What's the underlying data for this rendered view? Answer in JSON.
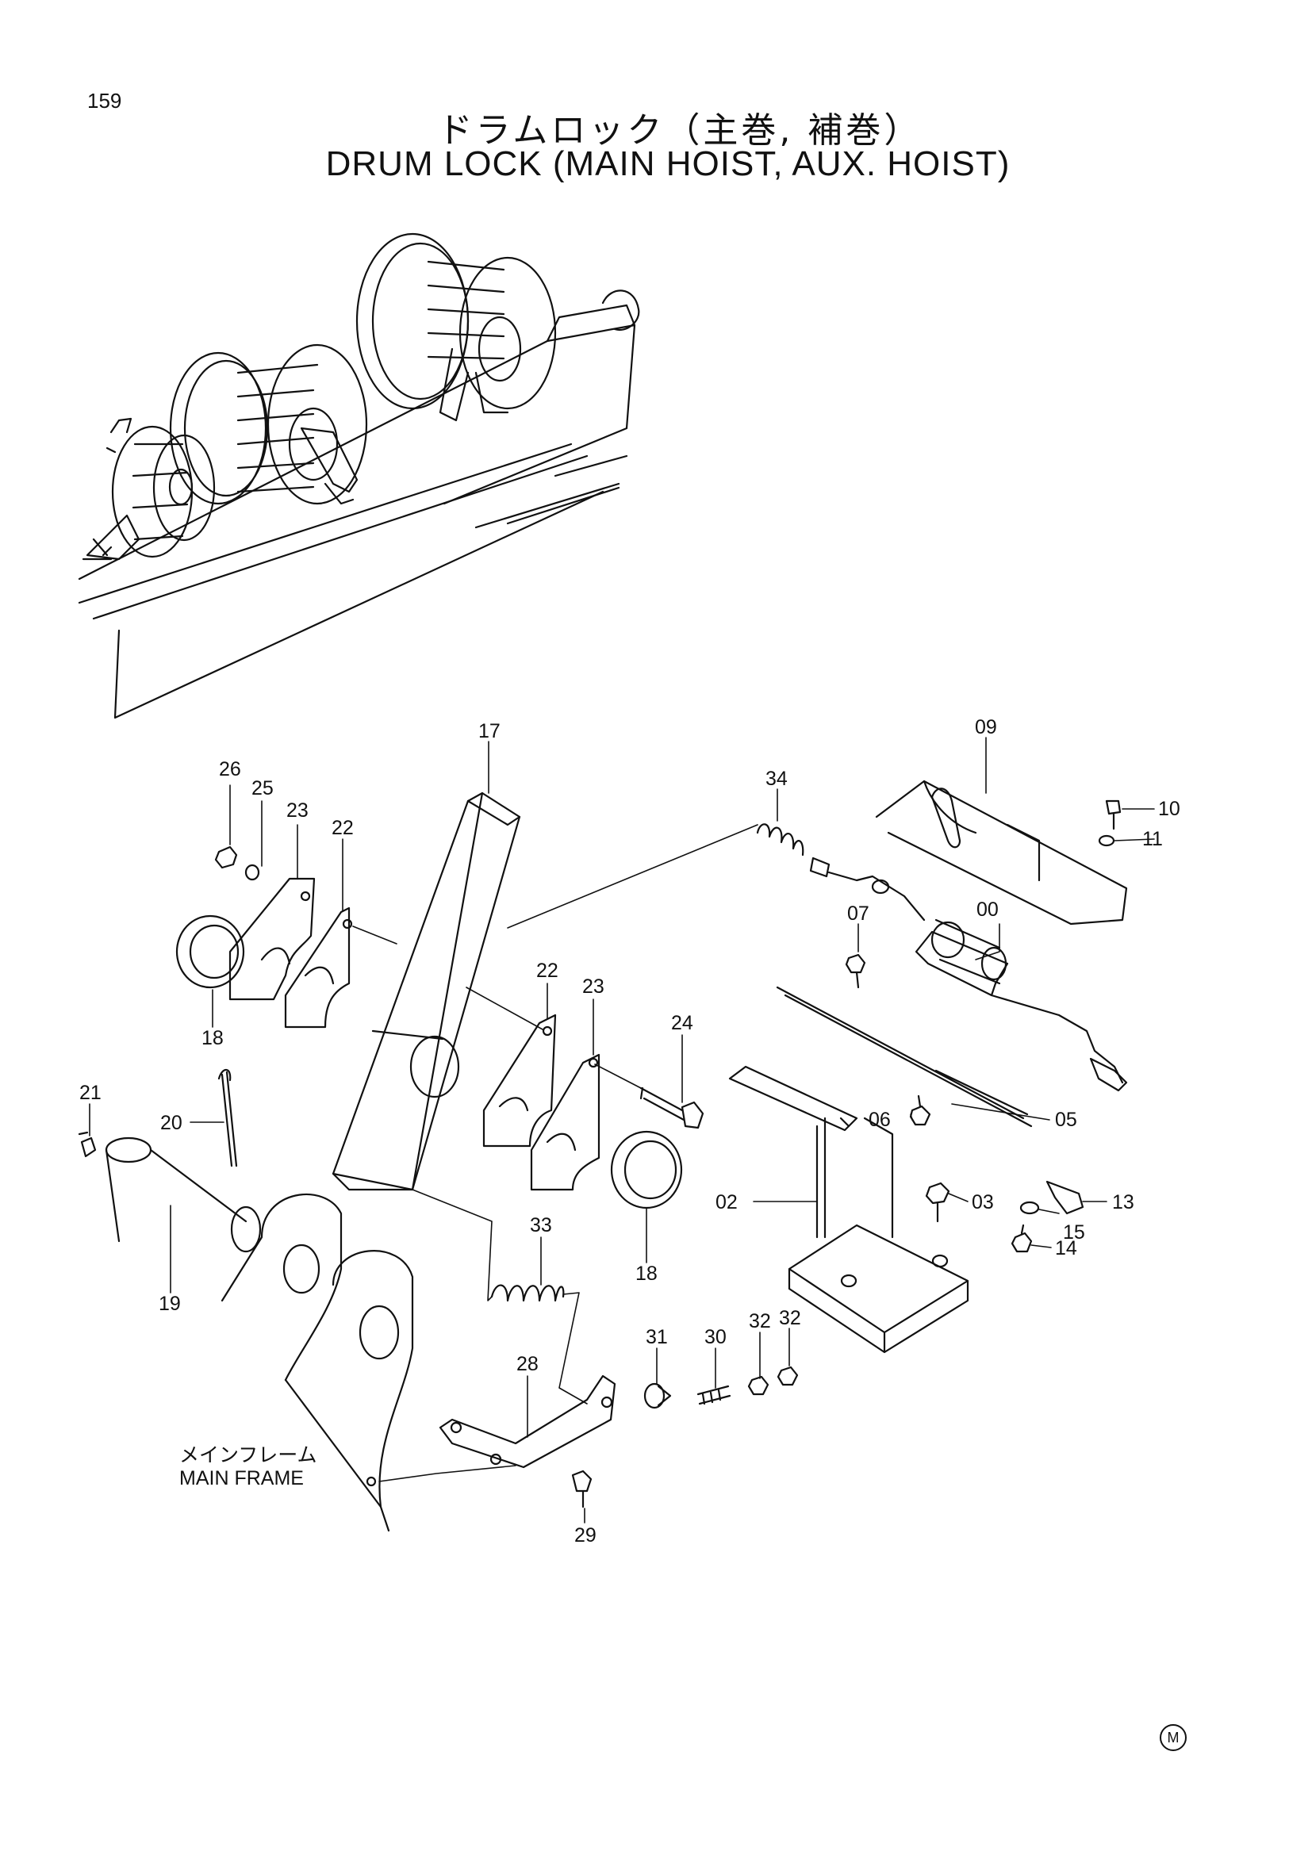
{
  "page_number": "159",
  "title_jp": "ドラムロック（主巻, 補巻）",
  "title_en": "DRUM LOCK (MAIN HOIST, AUX. HOIST)",
  "frame_label_jp": "メインフレーム",
  "frame_label_en": "MAIN FRAME",
  "mark": "M",
  "callouts": [
    "17",
    "09",
    "34",
    "26",
    "25",
    "23",
    "22",
    "10",
    "11",
    "00",
    "07",
    "22",
    "23",
    "18",
    "24",
    "18",
    "21",
    "20",
    "06",
    "05",
    "02",
    "03",
    "13",
    "15",
    "14",
    "33",
    "19",
    "18",
    "31",
    "30",
    "32",
    "32",
    "28",
    "29"
  ]
}
